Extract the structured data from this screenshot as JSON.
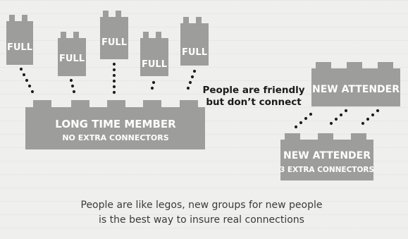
{
  "diagram": {
    "full_label": "FULL",
    "long_time_member": {
      "title": "LONG TIME MEMBER",
      "subtitle": "NO EXTRA CONNECTORS"
    },
    "new_attender_top": {
      "title": "NEW ATTENDER"
    },
    "new_attender_bottom": {
      "title": "NEW ATTENDER",
      "subtitle": "3 EXTRA CONNECTORS"
    },
    "middle_note": [
      "People are friendly",
      "but don’t connect"
    ],
    "caption": [
      "People are like legos, new groups for new people",
      "is the best way to insure real connections"
    ]
  },
  "colors": {
    "brick": "#9d9d9b",
    "text_on_brick": "#ffffff",
    "dots": "#1f1f1f",
    "background": "#efefed"
  }
}
